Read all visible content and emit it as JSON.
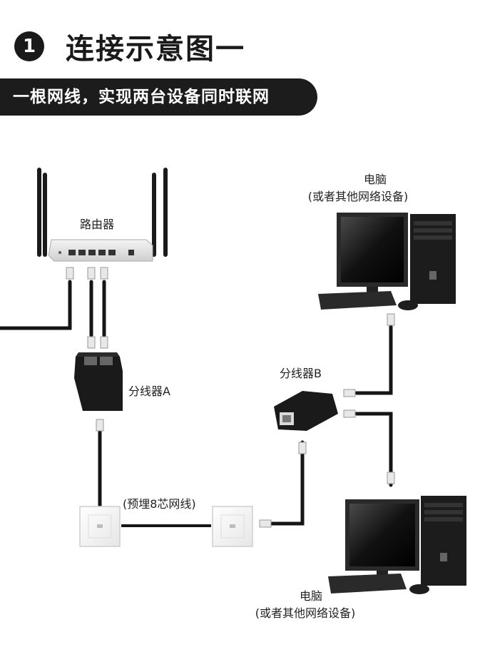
{
  "header": {
    "step_number": "1",
    "title": "连接示意图一",
    "banner": "一根网线，实现两台设备同时联网"
  },
  "labels": {
    "router": "路由器",
    "pc_top_line1": "电脑",
    "pc_top_line2": "(或者其他网络设备)",
    "splitter_a": "分线器A",
    "splitter_b": "分线器B",
    "embedded_cable": "(预埋8芯网线)",
    "pc_bottom_line1": "电脑",
    "pc_bottom_line2": "(或者其他网络设备)"
  },
  "colors": {
    "dark": "#1a1a1a",
    "cable": "#151515",
    "wall_plate": "#f2f2f2"
  }
}
